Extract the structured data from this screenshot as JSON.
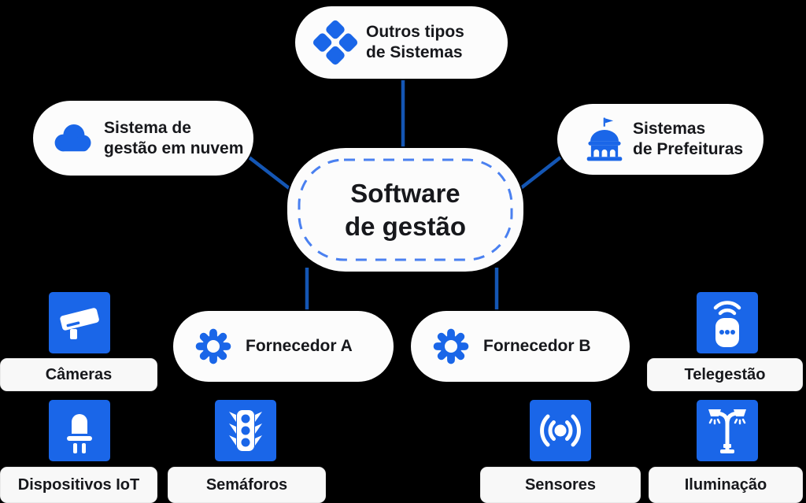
{
  "colors": {
    "background": "#000000",
    "accent_blue": "#1A66E8",
    "line_blue": "#1456B4",
    "dash_blue": "#4A80F0",
    "node_bg": "#FCFCFC",
    "label_bg": "#F8F8F8",
    "text": "#17181C"
  },
  "central_node": {
    "icon": "none",
    "line1": "Software",
    "line2": "de gestão"
  },
  "nodes": {
    "outros": {
      "icon": "diamonds-icon",
      "line1": "Outros tipos",
      "line2": "de Sistemas"
    },
    "nuvem": {
      "icon": "cloud-icon",
      "line1": "Sistema de",
      "line2": "gestão em nuvem"
    },
    "prefeituras": {
      "icon": "city-hall-icon",
      "line1": "Sistemas",
      "line2": "de Prefeituras"
    },
    "fornecedor_a": {
      "icon": "gear-icon",
      "label": "Fornecedor A"
    },
    "fornecedor_b": {
      "icon": "gear-icon",
      "label": "Fornecedor B"
    }
  },
  "tiles": {
    "cameras": {
      "icon": "cctv-camera-icon",
      "label": "Câmeras"
    },
    "telegestao": {
      "icon": "remote-device-icon",
      "label": "Telegestão"
    },
    "dispositivos_iot": {
      "icon": "led-icon",
      "label": "Dispositivos IoT"
    },
    "semaforos": {
      "icon": "traffic-light-icon",
      "label": "Semáforos"
    },
    "sensores": {
      "icon": "signal-waves-icon",
      "label": "Sensores"
    },
    "iluminacao": {
      "icon": "street-lamp-icon",
      "label": "Iluminação"
    }
  }
}
